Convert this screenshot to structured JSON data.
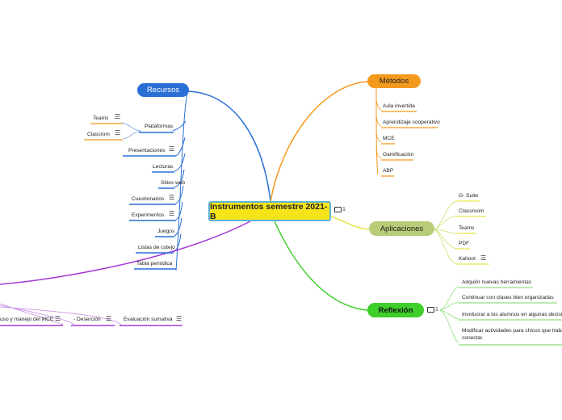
{
  "central": {
    "title": "Instrumentos semestre 2021-B",
    "note_count": "1"
  },
  "recursos": {
    "label": "Recursos",
    "items": [
      "Plataformas",
      "Presentaciones",
      "Lecturas",
      "Sitios web",
      "Cuestionarios",
      "Experimentos",
      "Juegos",
      "Listas de cotejo",
      "Tabla periódica"
    ],
    "plataformas_children": [
      "Teams",
      "Classrom"
    ]
  },
  "metodos": {
    "label": "Métodos",
    "items": [
      "Aula invertida",
      "Aprendizaje cooperativo",
      "MCE",
      "Gamificación",
      "ABP"
    ]
  },
  "aplicaciones": {
    "label": "Aplicaciones",
    "items": [
      "G- Suite",
      "Classroom",
      "Teams",
      "PDF",
      "Kahoot"
    ]
  },
  "reflexion": {
    "label": "Reflexión",
    "note_count": "1",
    "items": [
      "Adquirir nuevas herramientas",
      "Continuar  con clases bien organizadas",
      "Involucrar a los alumnos en algunas decisio",
      "Modificar actividades para chicos que trabaj",
      "conectar."
    ]
  },
  "bottom": {
    "items": [
      "uso y manejo del MCE",
      "- Deserción",
      "Evaluación sumativa"
    ]
  },
  "colors": {
    "recursos": "#2a6fd6",
    "metodos": "#f39a1e",
    "aplicaciones": "#b8cc78",
    "reflexion": "#3ecf2a",
    "bottom": "#a23ad6",
    "central_fill": "#f5e41a"
  }
}
